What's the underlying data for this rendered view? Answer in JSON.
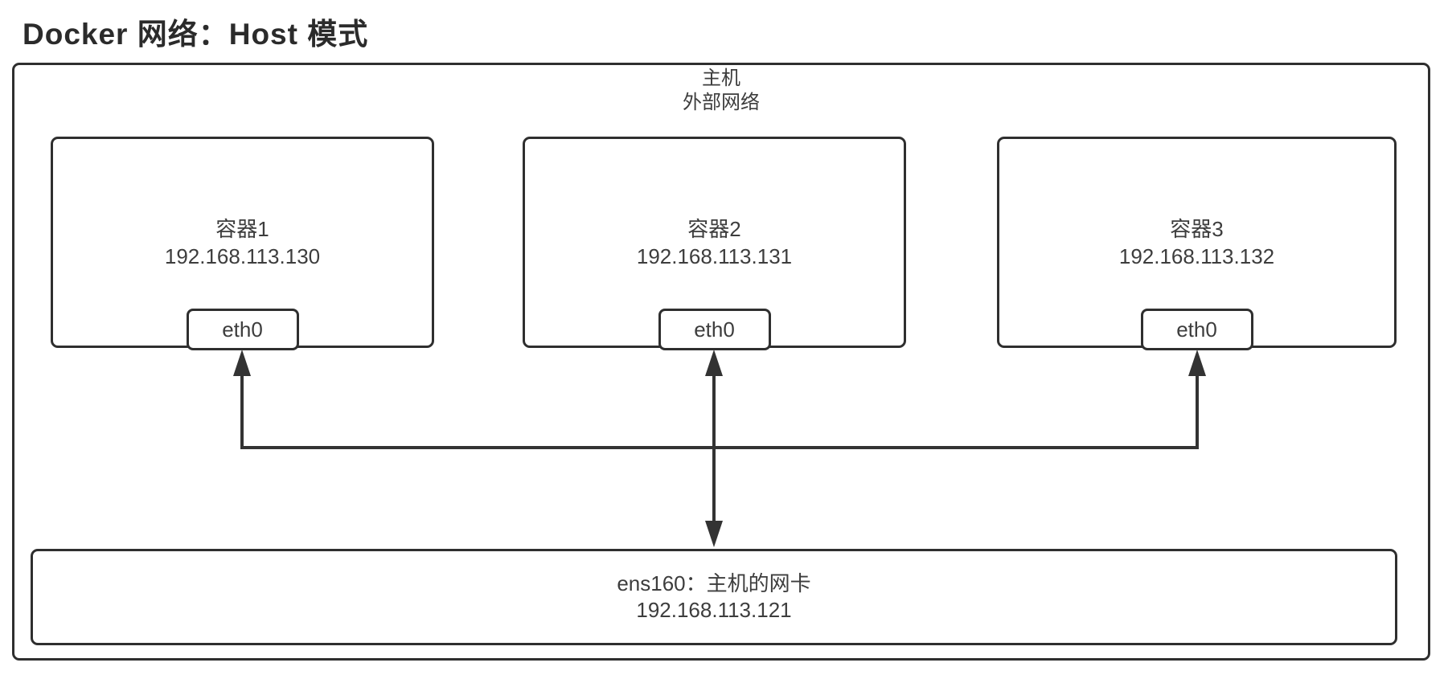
{
  "page": {
    "title": "Docker 网络：Host 模式"
  },
  "diagram": {
    "host_box": {
      "label_line1": "主机",
      "label_line2": "外部网络"
    },
    "containers": [
      {
        "name": "容器1",
        "ip": "192.168.113.130",
        "interface": "eth0"
      },
      {
        "name": "容器2",
        "ip": "192.168.113.131",
        "interface": "eth0"
      },
      {
        "name": "容器3",
        "ip": "192.168.113.132",
        "interface": "eth0"
      }
    ],
    "host_nic": {
      "label": "ens160：主机的网卡",
      "ip": "192.168.113.121"
    },
    "colors": {
      "line": "#333333",
      "border": "#2f2f2f",
      "text": "#3d3d3d",
      "background": "#ffffff"
    }
  }
}
